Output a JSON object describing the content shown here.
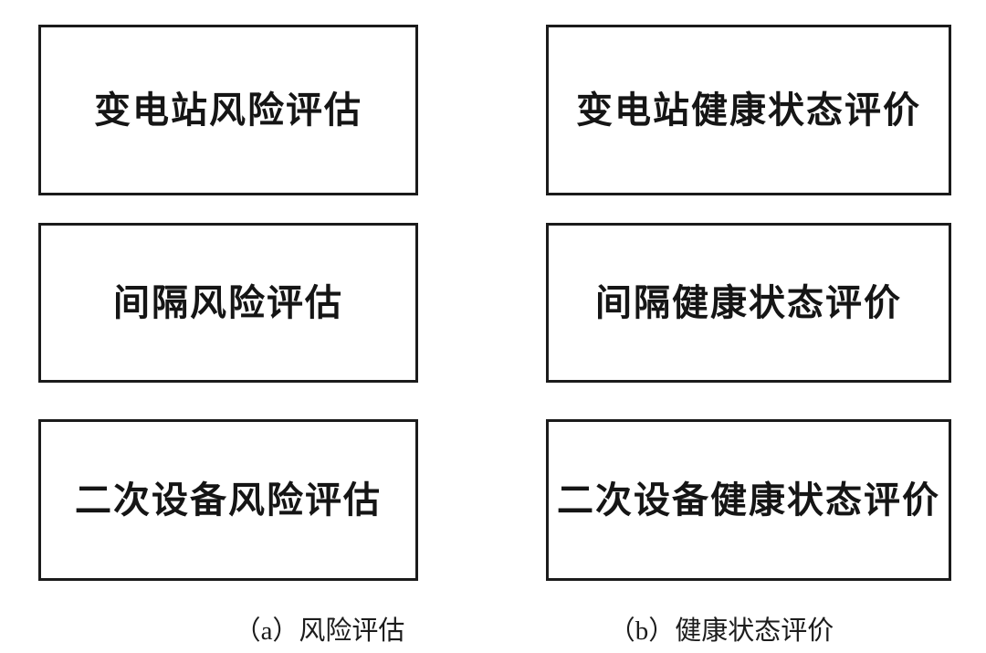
{
  "diagram": {
    "colors": {
      "background": "#ffffff",
      "box_border": "#1b1b1b",
      "text": "#151515"
    },
    "columns": [
      {
        "id": "a",
        "caption": "（a）风险评估",
        "boxes": [
          "变电站风险评估",
          "间隔风险评估",
          "二次设备风险评估"
        ]
      },
      {
        "id": "b",
        "caption": "（b）健康状态评价",
        "boxes": [
          "变电站健康状态评价",
          "间隔健康状态评价",
          "二次设备健康状态评价"
        ]
      }
    ]
  }
}
